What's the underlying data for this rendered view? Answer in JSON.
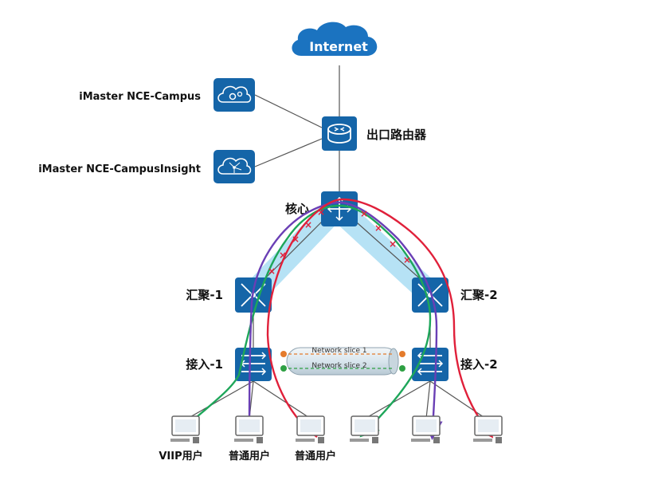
{
  "labels": {
    "internet": "Internet",
    "nce_campus": "iMaster NCE-Campus",
    "nce_insight": "iMaster NCE-CampusInsight",
    "egress_router": "出口路由器",
    "core": "核心",
    "agg1": "汇聚-1",
    "agg2": "汇聚-2",
    "acc1": "接入-1",
    "acc2": "接入-2",
    "slice1": "Network slice 1",
    "slice2": "Network slice 2",
    "user_vip": "VIIP用户",
    "user_normal1": "普通用户",
    "user_normal2": "普通用户"
  },
  "icons": {
    "internet": "cloud-icon",
    "nce_campus": "cloud-gear-icon",
    "nce_insight": "cloud-network-icon",
    "router": "router-icon",
    "switch": "switch-icon",
    "pc": "pc-icon"
  },
  "colors": {
    "device_blue": "#1565a8",
    "link_gray": "#555555",
    "slice_highlight": "#8fd3f0",
    "path_green": "#1ea65a",
    "path_purple": "#6a3fb5",
    "path_red": "#e0203a",
    "slice1_line": "#e47b2c",
    "slice2_line": "#2ea043"
  }
}
